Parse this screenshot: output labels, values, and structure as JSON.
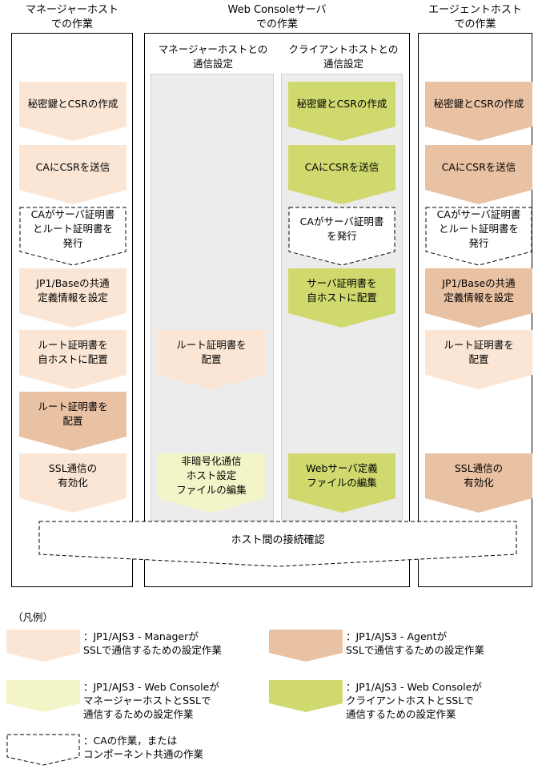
{
  "headers": {
    "manager": "マネージャーホスト\nでの作業",
    "web": "Web Consoleサーバ\nでの作業",
    "agent": "エージェントホスト\nでの作業"
  },
  "subheaders": {
    "mgr_comm": "マネージャーホストとの\n通信設定",
    "client_comm": "クライアントホストとの\n通信設定"
  },
  "colors": {
    "manager_fill": "#fbe6d5",
    "agent_fill": "#e9c1a3",
    "web_light_fill": "#f3f5c8",
    "web_dark_fill": "#cfd96e",
    "panel_bg": "#ececec"
  },
  "manager_steps": [
    {
      "text": "秘密鍵とCSRの作成",
      "kind": "manager"
    },
    {
      "text": "CAにCSRを送信",
      "kind": "manager"
    },
    {
      "text": "CAがサーバ証明書\nとルート証明書を\n発行",
      "kind": "ca"
    },
    {
      "text": "JP1/Baseの共通\n定義情報を設定",
      "kind": "manager"
    },
    {
      "text": "ルート証明書を\n自ホストに配置",
      "kind": "manager"
    },
    {
      "text": "ルート証明書を\n配置",
      "kind": "agent"
    },
    {
      "text": "SSL通信の\n有効化",
      "kind": "manager"
    }
  ],
  "web_mgr_steps": [
    {
      "text": "ルート証明書を\n配置",
      "kind": "manager"
    },
    {
      "text": "非暗号化通信\nホスト設定\nファイルの編集",
      "kind": "web_light"
    }
  ],
  "web_client_steps": [
    {
      "text": "秘密鍵とCSRの作成",
      "kind": "web_dark"
    },
    {
      "text": "CAにCSRを送信",
      "kind": "web_dark"
    },
    {
      "text": "CAがサーバ証明書\nを発行",
      "kind": "ca"
    },
    {
      "text": "サーバ証明書を\n自ホストに配置",
      "kind": "web_dark"
    },
    {
      "text": "Webサーバ定義\nファイルの編集",
      "kind": "web_dark"
    }
  ],
  "agent_steps": [
    {
      "text": "秘密鍵とCSRの作成",
      "kind": "agent"
    },
    {
      "text": "CAにCSRを送信",
      "kind": "agent"
    },
    {
      "text": "CAがサーバ証明書\nとルート証明書を\n発行",
      "kind": "ca"
    },
    {
      "text": "JP1/Baseの共通\n定義情報を設定",
      "kind": "agent"
    },
    {
      "text": "ルート証明書を\n配置",
      "kind": "manager"
    },
    {
      "text": "SSL通信の\n有効化",
      "kind": "agent"
    }
  ],
  "bottom_step": "ホスト間の接続確認",
  "legend": {
    "title": "（凡例）",
    "manager": "：JP1/AJS3 - Managerが\nSSLで通信するための設定作業",
    "agent": "：JP1/AJS3 - Agentが\nSSLで通信するための設定作業",
    "web_light": "：JP1/AJS3 - Web Consoleが\nマネージャーホストとSSLで\n通信するための設定作業",
    "web_dark": "：JP1/AJS3 - Web Consoleが\nクライアントホストとSSLで\n通信するための設定作業",
    "ca": "：CAの作業，または\nコンポーネント共通の作業"
  }
}
